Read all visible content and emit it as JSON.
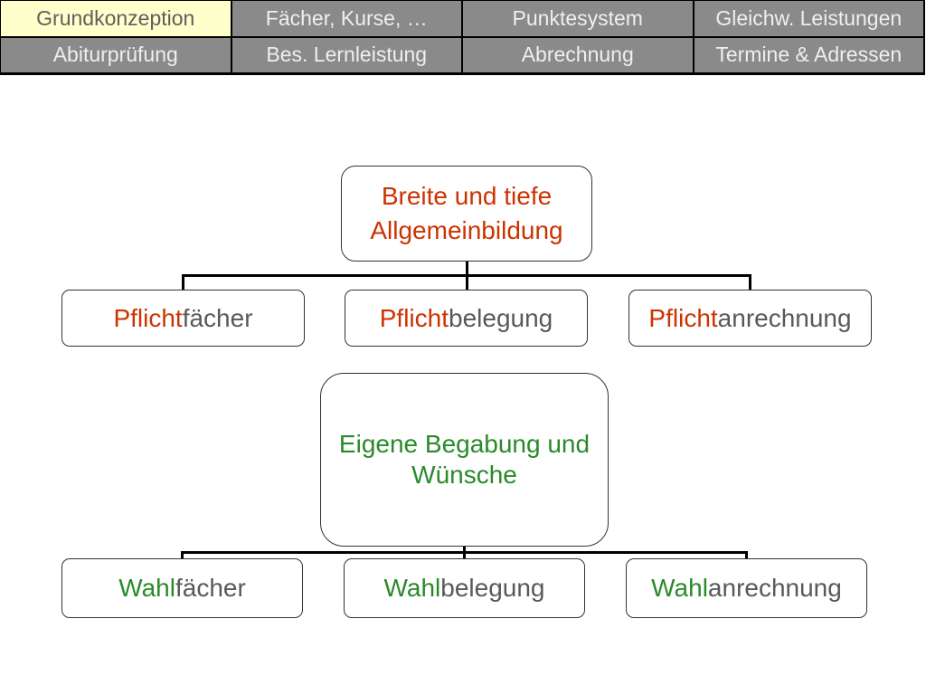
{
  "colors": {
    "nav_bg": "#8a8a8a",
    "nav_text": "#efefef",
    "nav_active_bg": "#ffffcc",
    "nav_active_text": "#5e5e5e",
    "pflicht": "#cc3300",
    "wahl": "#2a8a2a",
    "suffix_text": "#595959"
  },
  "nav": {
    "rows": [
      [
        {
          "label": "Grundkonzeption",
          "active": true
        },
        {
          "label": "Fächer, Kurse, …",
          "active": false
        },
        {
          "label": "Punktesystem",
          "active": false
        },
        {
          "label": "Gleichw. Leistungen",
          "active": false
        }
      ],
      [
        {
          "label": "Abiturprüfung",
          "active": false
        },
        {
          "label": "Bes. Lernleistung",
          "active": false
        },
        {
          "label": "Abrechnung",
          "active": false
        },
        {
          "label": "Termine & Adressen",
          "active": false
        }
      ]
    ]
  },
  "pflicht_tree": {
    "root": "Breite und tiefe Allgemeinbildung",
    "children": [
      {
        "prefix": "Pflicht",
        "suffix": "fächer"
      },
      {
        "prefix": "Pflicht",
        "suffix": "belegung"
      },
      {
        "prefix": "Pflicht",
        "suffix": "anrechnung"
      }
    ]
  },
  "wahl_tree": {
    "root": "Eigene Begabung und Wünsche",
    "children": [
      {
        "prefix": "Wahl",
        "suffix": "fächer"
      },
      {
        "prefix": "Wahl",
        "suffix": "belegung"
      },
      {
        "prefix": "Wahl",
        "suffix": "anrechnung"
      }
    ]
  }
}
